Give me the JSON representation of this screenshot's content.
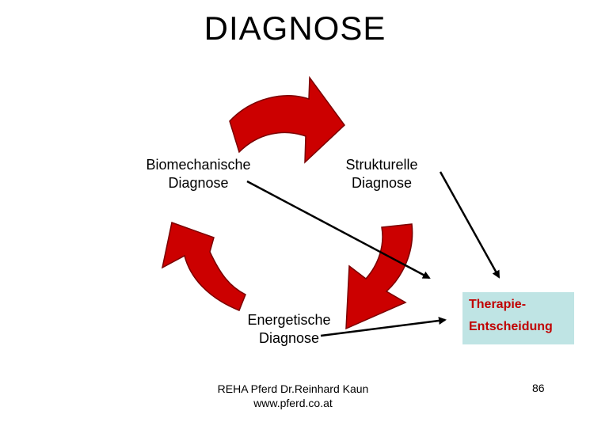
{
  "title": "DIAGNOSE",
  "nodes": {
    "biomechanisch": {
      "line1": "Biomechanische",
      "line2": "Diagnose"
    },
    "strukturell": {
      "line1": "Strukturelle",
      "line2": "Diagnose"
    },
    "energetisch": {
      "line1": "Energetische",
      "line2": "Diagnose"
    }
  },
  "therapy": {
    "line1": "Therapie-",
    "line2": "Entscheidung"
  },
  "footer": {
    "line1": "REHA Pferd  Dr.Reinhard Kaun",
    "line2": "www.pferd.co.at"
  },
  "page_number": "86",
  "colors": {
    "arrow_fill": "#cc0000",
    "therapy_box": "#bfe4e4",
    "therapy_text": "#c00000"
  }
}
